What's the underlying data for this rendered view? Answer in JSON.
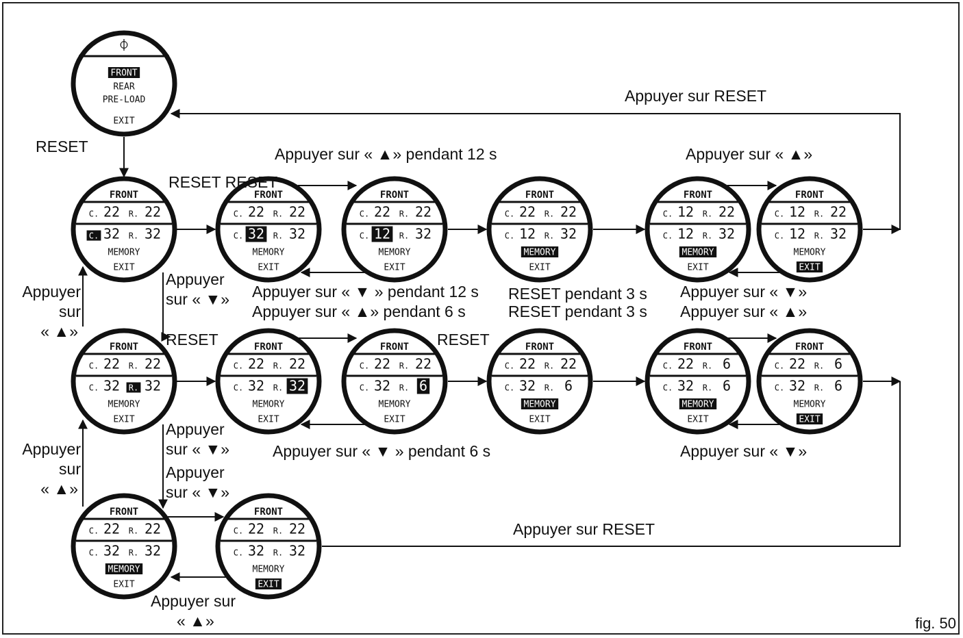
{
  "colors": {
    "ink": "#111111",
    "paper": "#ffffff"
  },
  "figure": {
    "caption": "fig. 50"
  },
  "displays": [
    {
      "id": "menu",
      "top": "⏀",
      "lines": [
        "FRONT",
        "REAR",
        "PRE-LOAD",
        "EXIT"
      ],
      "highlight": "FRONT"
    },
    {
      "id": "r1c1",
      "head": "FRONT",
      "top_c": "22",
      "top_r": "22",
      "bot_c": "32",
      "bot_r": "32",
      "memory": "MEMORY",
      "exit": "EXIT",
      "hl": "bot_c_label"
    },
    {
      "id": "r1c2",
      "head": "FRONT",
      "top_c": "22",
      "top_r": "22",
      "bot_c": "32",
      "bot_r": "32",
      "memory": "MEMORY",
      "exit": "EXIT",
      "hl": "bot_c"
    },
    {
      "id": "r1c3",
      "head": "FRONT",
      "top_c": "22",
      "top_r": "22",
      "bot_c": "12",
      "bot_r": "32",
      "memory": "MEMORY",
      "exit": "EXIT",
      "hl": "bot_c"
    },
    {
      "id": "r1c4",
      "head": "FRONT",
      "top_c": "22",
      "top_r": "22",
      "bot_c": "12",
      "bot_r": "32",
      "memory": "MEMORY",
      "exit": "EXIT",
      "hl": "memory"
    },
    {
      "id": "r1c5",
      "head": "FRONT",
      "top_c": "12",
      "top_r": "22",
      "bot_c": "12",
      "bot_r": "32",
      "memory": "MEMORY",
      "exit": "EXIT",
      "hl": "memory"
    },
    {
      "id": "r1c6",
      "head": "FRONT",
      "top_c": "12",
      "top_r": "22",
      "bot_c": "12",
      "bot_r": "32",
      "memory": "MEMORY",
      "exit": "EXIT",
      "hl": "exit"
    },
    {
      "id": "r2c1",
      "head": "FRONT",
      "top_c": "22",
      "top_r": "22",
      "bot_c": "32",
      "bot_r": "32",
      "memory": "MEMORY",
      "exit": "EXIT",
      "hl": "bot_r_label"
    },
    {
      "id": "r2c2",
      "head": "FRONT",
      "top_c": "22",
      "top_r": "22",
      "bot_c": "32",
      "bot_r": "32",
      "memory": "MEMORY",
      "exit": "EXIT",
      "hl": "bot_r"
    },
    {
      "id": "r2c3",
      "head": "FRONT",
      "top_c": "22",
      "top_r": "22",
      "bot_c": "32",
      "bot_r": "6",
      "memory": "MEMORY",
      "exit": "EXIT",
      "hl": "bot_r"
    },
    {
      "id": "r2c4",
      "head": "FRONT",
      "top_c": "22",
      "top_r": "22",
      "bot_c": "32",
      "bot_r": "6",
      "memory": "MEMORY",
      "exit": "EXIT",
      "hl": "memory"
    },
    {
      "id": "r2c5",
      "head": "FRONT",
      "top_c": "22",
      "top_r": "6",
      "bot_c": "32",
      "bot_r": "6",
      "memory": "MEMORY",
      "exit": "EXIT",
      "hl": "memory"
    },
    {
      "id": "r2c6",
      "head": "FRONT",
      "top_c": "22",
      "top_r": "6",
      "bot_c": "32",
      "bot_r": "6",
      "memory": "MEMORY",
      "exit": "EXIT",
      "hl": "exit"
    },
    {
      "id": "r3c1",
      "head": "FRONT",
      "top_c": "22",
      "top_r": "22",
      "bot_c": "32",
      "bot_r": "32",
      "memory": "MEMORY",
      "exit": "EXIT",
      "hl": "memory"
    },
    {
      "id": "r3c2",
      "head": "FRONT",
      "top_c": "22",
      "top_r": "22",
      "bot_c": "32",
      "bot_r": "32",
      "memory": "MEMORY",
      "exit": "EXIT",
      "hl": "exit"
    }
  ],
  "prefixes": {
    "c": "C.",
    "r": "R."
  },
  "labels": {
    "reset_left": "RESET",
    "top_return": "Appuyer sur RESET",
    "r1_long_up": "Appuyer sur « ▲» pendant 12 s",
    "r1_up_right": "Appuyer sur « ▲»",
    "reset_reset": "RESET RESET",
    "appuyer_a": "Appuyer",
    "sur_down_a": "sur « ▼»",
    "left_appuyer_1": "Appuyer",
    "left_sur_1": "sur",
    "left_up_1": "« ▲»",
    "r1_down_12": "Appuyer sur « ▼ » pendant 12 s",
    "r1_up_6": "Appuyer sur « ▲» pendant 6 s",
    "reset_3s_a": "RESET pendant 3 s",
    "reset_3s_b": "RESET pendant 3 s",
    "right_down_1": "Appuyer sur « ▼»",
    "right_up_1": "Appuyer sur « ▲»",
    "reset_r2_left": "RESET",
    "reset_r2_mid": "RESET",
    "appuyer_b": "Appuyer",
    "sur_down_b": "sur « ▼»",
    "appuyer_c": "Appuyer",
    "sur_down_c": "sur « ▼»",
    "left_appuyer_2": "Appuyer",
    "left_sur_2": "sur",
    "left_up_2": "« ▲»",
    "r2_down_6": "Appuyer sur « ▼ » pendant 6 s",
    "right_down_2": "Appuyer sur « ▼»",
    "bottom_return": "Appuyer sur RESET",
    "bottom_appuyer": "Appuyer sur",
    "bottom_up": "« ▲»"
  }
}
